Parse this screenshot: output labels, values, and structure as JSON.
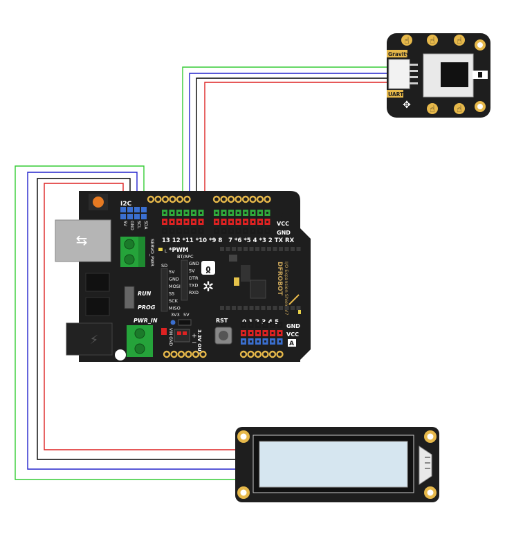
{
  "shield": {
    "i2c": "I2C",
    "d_label": "D",
    "vcc": "VCC",
    "gnd": "GND",
    "digital_pins": "13 12 *11 *10 *9 8   7 *6 *5 4 *3 2 TX RX",
    "pwm_note": "*PWM",
    "bt_apc": "BT/APC",
    "bt_pins": [
      "GND",
      "5V",
      "DTR",
      "TXD",
      "RXD"
    ],
    "sd": "SD",
    "sd_pins": [
      "5V",
      "GND",
      "MOSI",
      "SS",
      "SCK",
      "MISO"
    ],
    "servo_pwr": "SERVO_PWR",
    "run": "RUN",
    "prog": "PROG",
    "pwr_in": "PWR_IN",
    "v33": "3V3",
    "v5": "5V",
    "vin_gnd": "VIN GND",
    "out_33": "3.3V OUT",
    "rst": "RST",
    "analog_pins": "0 1 2 3 4 5",
    "a_label": "A",
    "brand": "DFROBOT",
    "model": "I/O Expansion Shield V7",
    "i2c_pins": [
      "5V",
      "GND",
      "SCL",
      "SDA"
    ],
    "l_label": "L"
  },
  "sensor": {
    "gravity": "Gravity",
    "uart": "UART"
  },
  "colors": {
    "wire_green": "#33cc33",
    "wire_blue": "#2222cc",
    "wire_black": "#000000",
    "wire_red": "#dd2222",
    "board": "#1e1e1e",
    "lcd_screen": "#d6e6f0"
  }
}
